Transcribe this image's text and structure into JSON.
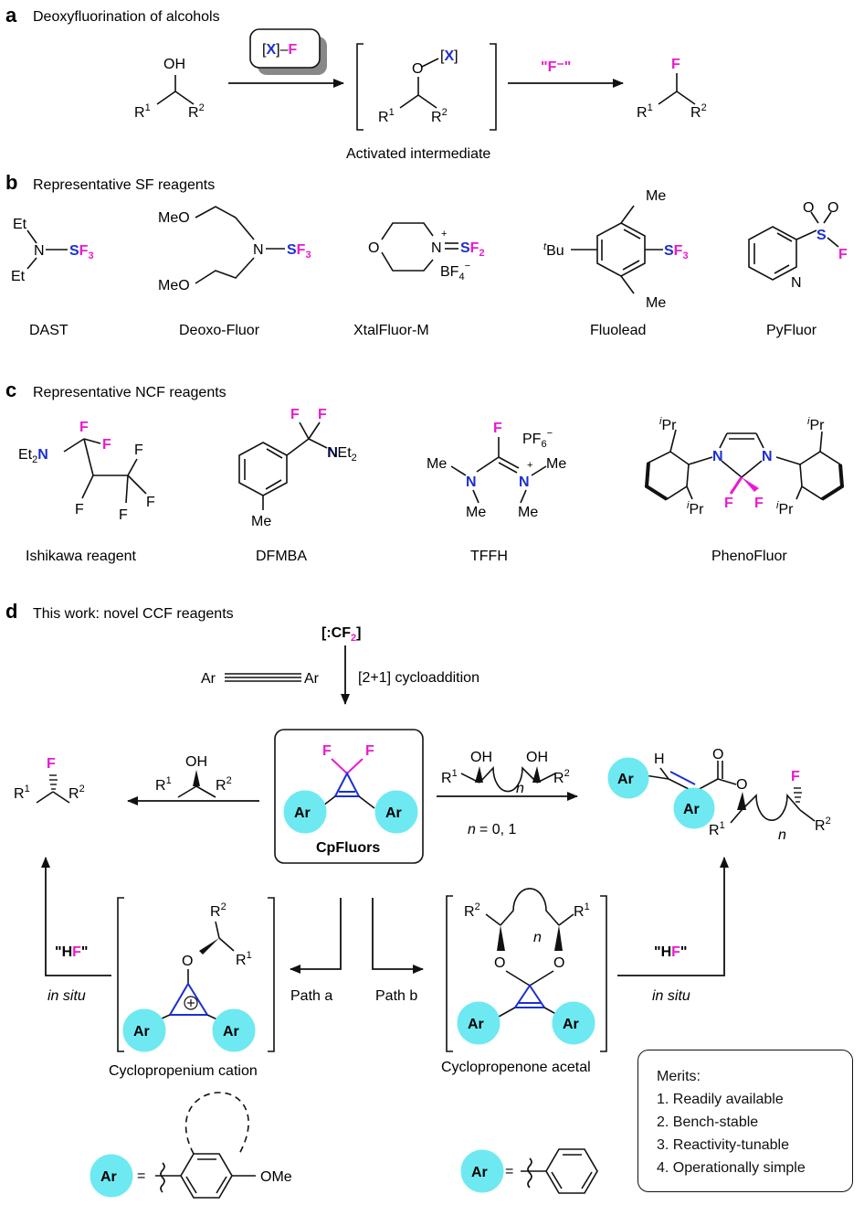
{
  "section_a": {
    "letter": "a",
    "title": "Deoxyfluorination of alcohols",
    "reagent_label": "[X]–F",
    "X": "X",
    "F": "F",
    "oh": "OH",
    "o": "O",
    "xbr": "[X]",
    "r1": "R",
    "r2": "R",
    "sup1": "1",
    "sup2": "2",
    "fluoride": "\"F⁻\"",
    "intermediate": "Activated intermediate"
  },
  "section_b": {
    "letter": "b",
    "title": "Representative SF reagents",
    "names": [
      "DAST",
      "Deoxo-Fluor",
      "XtalFluor-M",
      "Fluolead",
      "PyFluor"
    ],
    "et": "Et",
    "n": "N",
    "sf3": "SF",
    "sub3": "3",
    "meo": "MeO",
    "o": "O",
    "sf2": "SF",
    "sub2": "2",
    "bf4": "BF",
    "sub4": "4",
    "minus": "−",
    "plus": "+",
    "tbu": "Bu",
    "t": "t",
    "me": "Me",
    "s": "S",
    "f": "F"
  },
  "section_c": {
    "letter": "c",
    "title": "Representative NCF reagents",
    "names": [
      "Ishikawa reagent",
      "DFMBA",
      "TFFH",
      "PhenoFluor"
    ],
    "et2n": "Et",
    "net2": "NEt",
    "sub2": "2",
    "f": "F",
    "me": "Me",
    "n": "N",
    "pf6": "PF",
    "sub6": "6",
    "minus": "−",
    "plus": "+",
    "ipr": "Pr",
    "i": "i"
  },
  "section_d": {
    "letter": "d",
    "title": "This work: novel CCF reagents",
    "carbene": "[:CF",
    "carbene_sub": "2",
    "carbene_close": "]",
    "cycloaddition": "[2+1] cycloaddition",
    "ar": "Ar",
    "f": "F",
    "oh": "OH",
    "o": "O",
    "h": "H",
    "r": "R",
    "sup1": "1",
    "sup2": "2",
    "n": "n",
    "reagent_name": "CpFluors",
    "n_values": "= 0, 1",
    "hf": "\"HF\"",
    "hf_h": "\"H",
    "hf_f": "F",
    "hf_q": "\"",
    "in_situ": "in situ",
    "path_a": "Path a",
    "path_b": "Path b",
    "cation_label": "Cyclopropenium cation",
    "acetal_label": "Cyclopropenone acetal",
    "ome": "OMe",
    "eq": "=",
    "merits_title": "Merits:",
    "merits": [
      "1. Readily available",
      "2. Bench-stable",
      "3. Reactivity-tunable",
      "4. Operationally simple"
    ]
  },
  "colors": {
    "fluorine": "#e91ad0",
    "nitrogen_sulfur": "#1b2fd0",
    "ar_ball": "#6fe9f1"
  }
}
